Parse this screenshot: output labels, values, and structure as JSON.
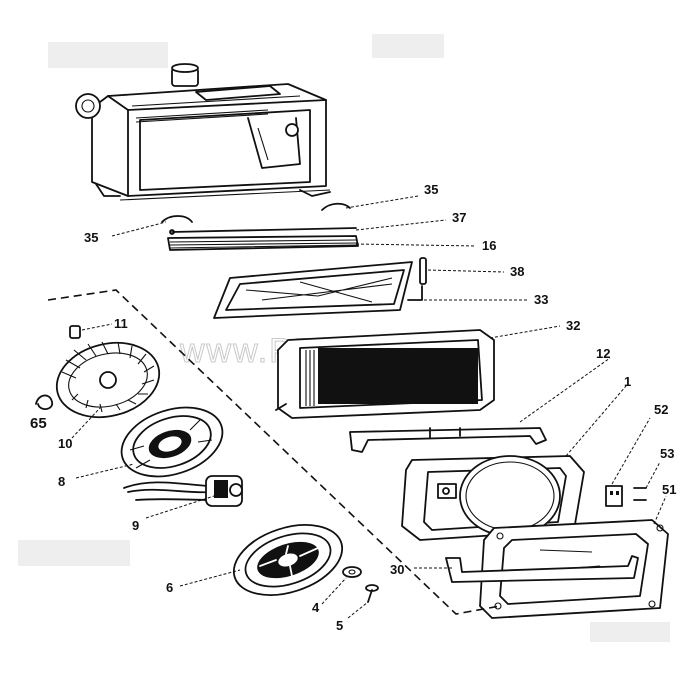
{
  "watermark": "www.PRAGOS.cz",
  "labels": {
    "l35a": "35",
    "l35b": "35",
    "l37": "37",
    "l16": "16",
    "l38": "38",
    "l33": "33",
    "l32": "32",
    "l12": "12",
    "l1": "1",
    "l52": "52",
    "l53": "53",
    "l51": "51",
    "l11": "11",
    "l65": "65",
    "l10": "10",
    "l8": "8",
    "l9": "9",
    "l6": "6",
    "l30": "30",
    "l4": "4",
    "l5": "5"
  }
}
